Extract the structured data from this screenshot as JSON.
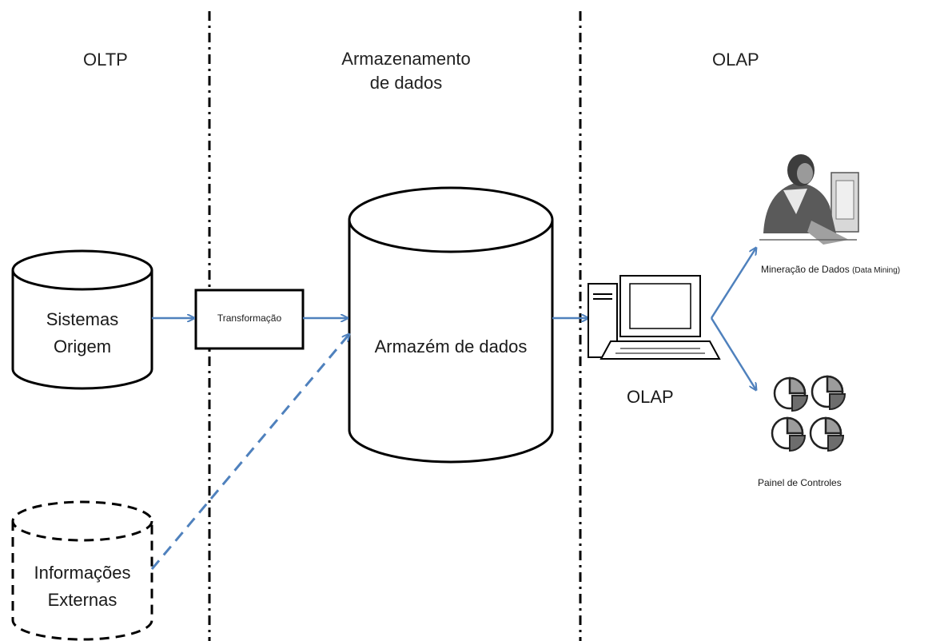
{
  "sections": {
    "oltp": "OLTP",
    "storage_line1": "Armazenamento",
    "storage_line2": "de dados",
    "olap": "OLAP"
  },
  "nodes": {
    "source_line1": "Sistemas",
    "source_line2": "Origem",
    "external_line1": "Informações",
    "external_line2": "Externas",
    "transform": "Transformação",
    "warehouse": "Armazém de dados",
    "olap_client": "OLAP",
    "data_mining": "Mineração de Dados",
    "data_mining_note": "(Data Mining)",
    "dashboard": "Painel de Controles"
  },
  "colors": {
    "arrow": "#4f81bd",
    "line": "#000000"
  },
  "icons": {
    "olap_client": "computer-icon",
    "data_mining": "person-at-computer-icon",
    "dashboard": "pie-charts-icon"
  }
}
